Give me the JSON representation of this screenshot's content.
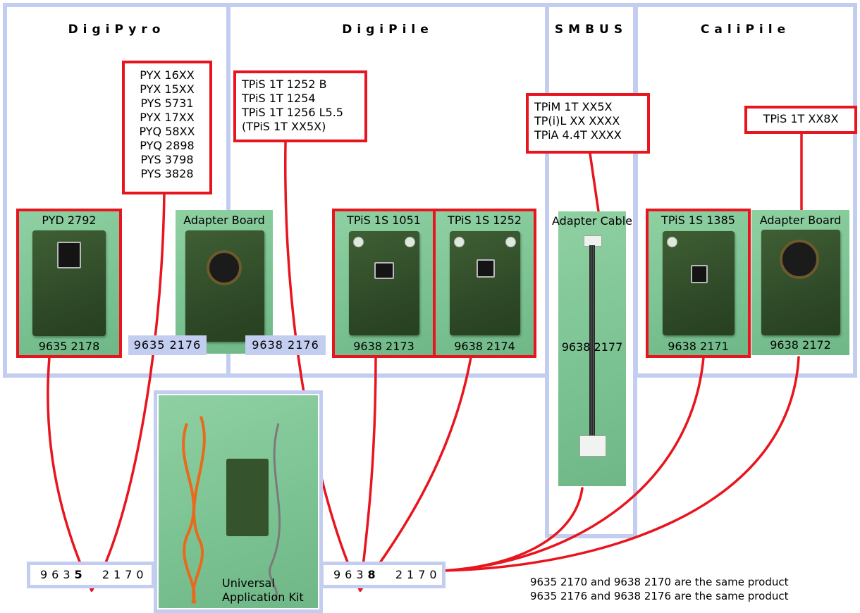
{
  "panels": {
    "digipyro": "DigiPyro",
    "digipile": "DigiPile",
    "smbus": "SMBUS",
    "calipile": "CaliPile"
  },
  "digipyro": {
    "part_list": [
      "PYX 16XX",
      "PYX 15XX",
      "PYS 5731",
      "PYX 17XX",
      "PYQ 58XX",
      "PYQ 2898",
      "PYS 3798",
      "PYS 3828"
    ],
    "eval_board": {
      "title": "PYD 2792",
      "code": "9635 2178"
    },
    "adapter_board": {
      "title": "Adapter Board",
      "code": "9635 2176"
    }
  },
  "digipile": {
    "part_list": [
      "TPiS 1T 1252 B",
      "TPiS 1T 1254",
      "TPiS 1T 1256 L5.5",
      "(TPiS 1T XX5X)"
    ],
    "adapter_code": "9638 2176",
    "board_1051": {
      "title": "TPiS 1S 1051",
      "code": "9638 2173"
    },
    "board_1252": {
      "title": "TPiS 1S 1252",
      "code": "9638 2174"
    }
  },
  "smbus": {
    "part_list": [
      "TPiM 1T  XX5X",
      "TP(i)L  XX XXXX",
      "TPiA 4.4T XXXX"
    ],
    "adapter_cable": {
      "title": "Adapter Cable",
      "code": "9638  2177"
    }
  },
  "calipile": {
    "part_list": [
      "TPiS 1T XX8X"
    ],
    "board_1385": {
      "title": "TPiS 1S 1385",
      "code": "9638 2171"
    },
    "adapter_board": {
      "title": "Adapter Board",
      "code": "9638 2172"
    }
  },
  "kit": {
    "label_line1": "Universal",
    "label_line2": "Application Kit",
    "code_left_pre": "963",
    "code_left_bold": "5",
    "code_left_post": "2170",
    "code_right_pre": "963",
    "code_right_bold": "8",
    "code_right_post": "2170"
  },
  "notes": [
    "9635 2170 and 9638 2170 are the same product",
    "9635 2176 and 9638 2176 are the same product"
  ],
  "colors": {
    "panel_border": "#c3cdf0",
    "red_frame": "#e8141e",
    "photo_bg": "#82c799"
  }
}
